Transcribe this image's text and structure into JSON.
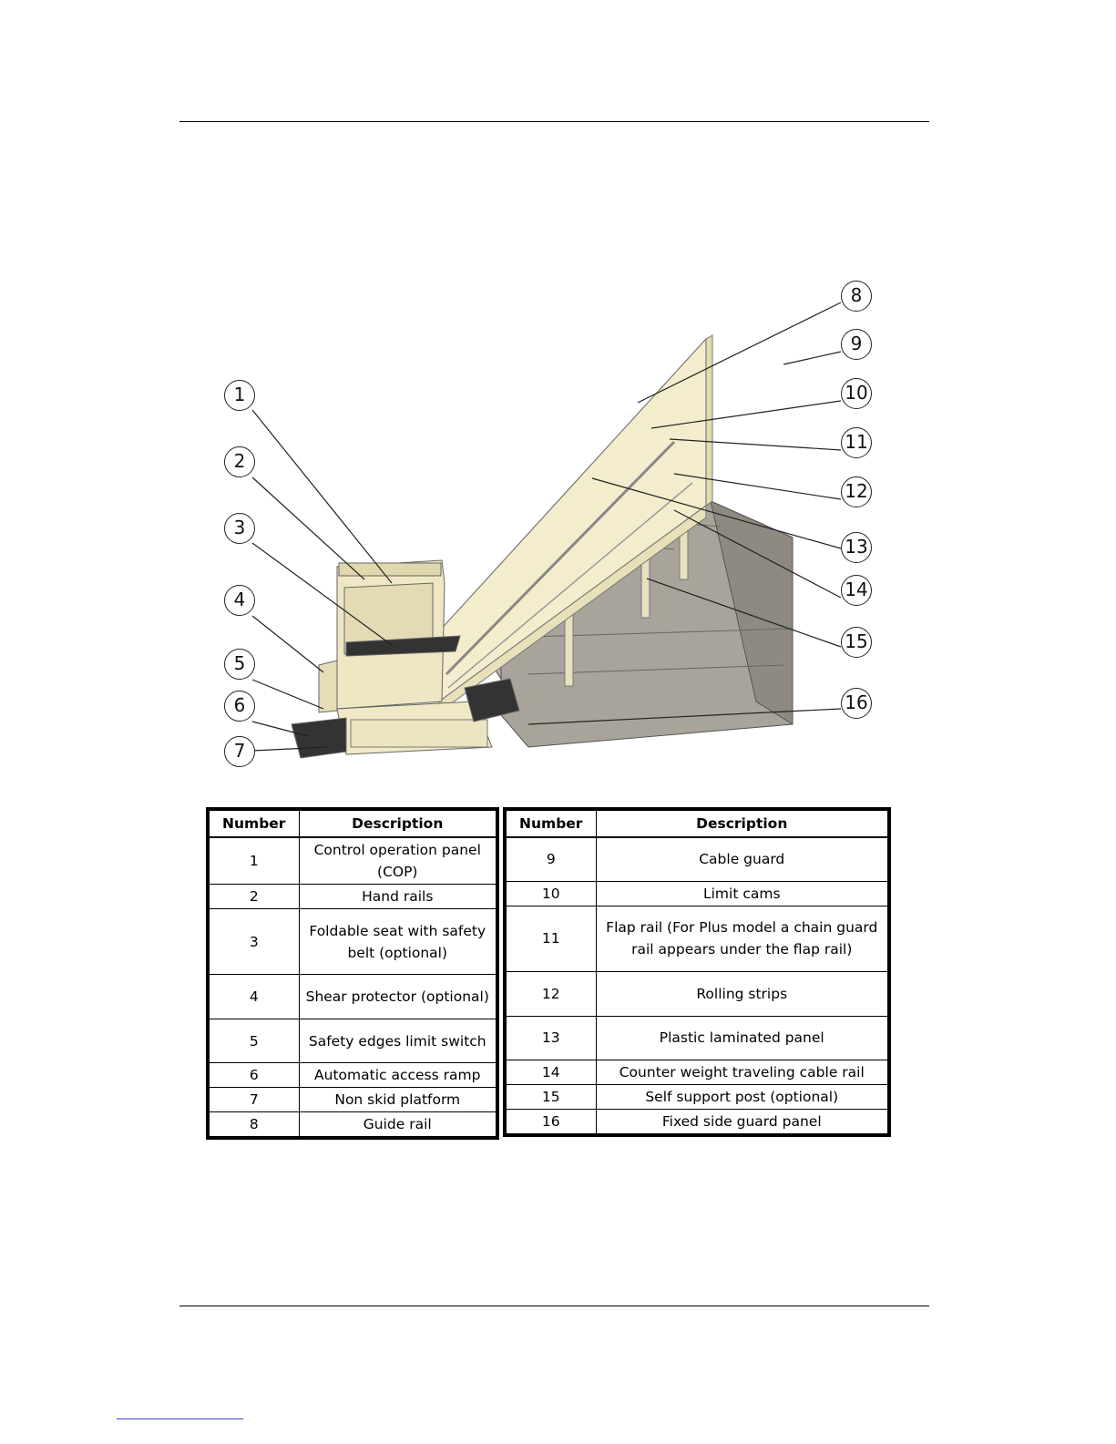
{
  "figure": {
    "callouts": [
      "1",
      "2",
      "3",
      "4",
      "5",
      "6",
      "7",
      "8",
      "9",
      "10",
      "11",
      "12",
      "13",
      "14",
      "15",
      "16"
    ]
  },
  "parts_table": {
    "headers": {
      "number": "Number",
      "description": "Description"
    },
    "left": [
      {
        "number": "1",
        "description": "Control operation panel (COP)"
      },
      {
        "number": "2",
        "description": "Hand rails"
      },
      {
        "number": "3",
        "description": "Foldable seat with safety belt (optional)"
      },
      {
        "number": "4",
        "description": "Shear protector (optional)"
      },
      {
        "number": "5",
        "description": "Safety edges limit switch"
      },
      {
        "number": "6",
        "description": "Automatic access ramp"
      },
      {
        "number": "7",
        "description": "Non skid platform"
      },
      {
        "number": "8",
        "description": "Guide rail"
      }
    ],
    "right": [
      {
        "number": "9",
        "description": "Cable guard"
      },
      {
        "number": "10",
        "description": "Limit cams"
      },
      {
        "number": "11",
        "description": "Flap rail (For Plus model a chain guard rail appears under the flap rail)"
      },
      {
        "number": "12",
        "description": "Rolling strips"
      },
      {
        "number": "13",
        "description": "Plastic laminated panel"
      },
      {
        "number": "14",
        "description": "Counter weight  traveling cable rail"
      },
      {
        "number": "15",
        "description": "Self support post (optional)"
      },
      {
        "number": "16",
        "description": "Fixed side guard panel"
      }
    ]
  }
}
